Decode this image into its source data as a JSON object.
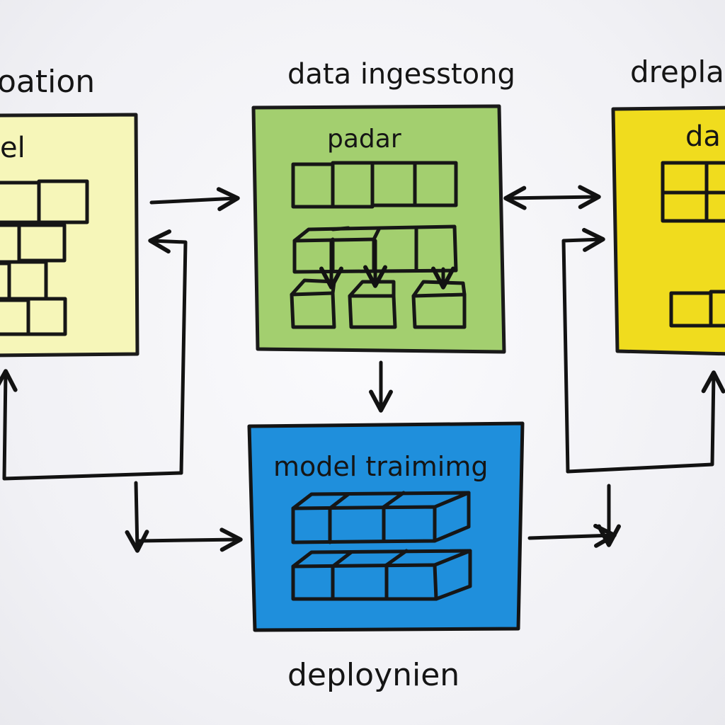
{
  "labels": {
    "left_top": "oation",
    "center_top": "data ingesstong",
    "right_top": "dreplа",
    "left_box": "el",
    "center_box": "padar",
    "right_box": "da",
    "training": "model traimimg",
    "bottom": "deploynien"
  },
  "colors": {
    "left_box": "#f6f6b9",
    "center_box": "#a3cf6f",
    "right_box": "#f0dc1e",
    "training_box": "#1f8fdc",
    "ink": "#141414"
  }
}
